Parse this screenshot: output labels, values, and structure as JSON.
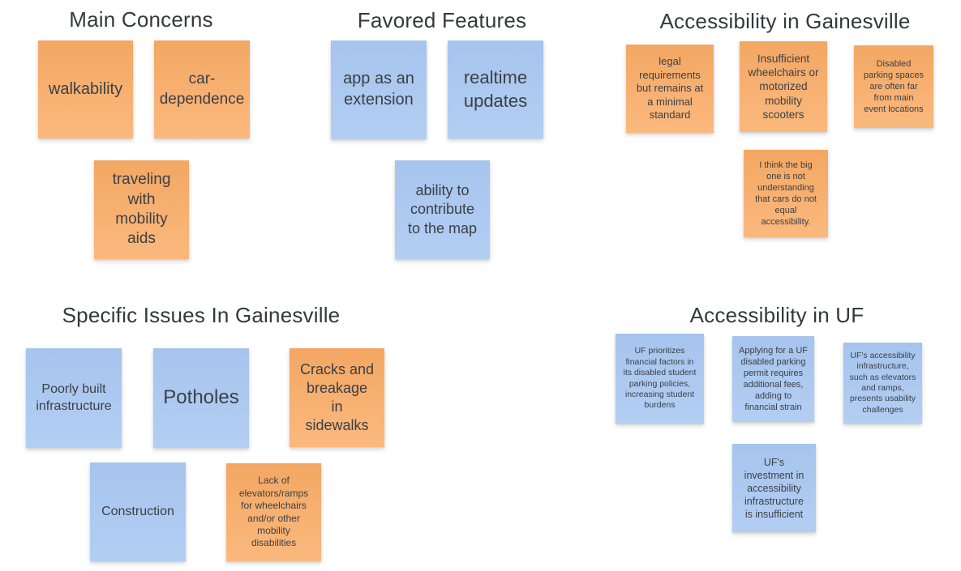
{
  "colors": {
    "orange_note_top": "#f3a763",
    "orange_note_bottom": "#fbb97e",
    "blue_note_top": "#a6c4ed",
    "blue_note_bottom": "#b3cef3",
    "note_text": "#3b4046",
    "title_text": "#35383d",
    "background": "#ffffff"
  },
  "groups": {
    "main_concerns": {
      "title": "Main Concerns",
      "notes": [
        {
          "text": "walkability",
          "color": "orange"
        },
        {
          "text": "car-\ndependence",
          "color": "orange"
        },
        {
          "text": "traveling\nwith\nmobility\naids",
          "color": "orange"
        }
      ]
    },
    "favored_features": {
      "title": "Favored Features",
      "notes": [
        {
          "text": "app as an\nextension",
          "color": "blue"
        },
        {
          "text": "realtime\nupdates",
          "color": "blue"
        },
        {
          "text": "ability to\ncontribute\nto the map",
          "color": "blue"
        }
      ]
    },
    "accessibility_gainesville": {
      "title": "Accessibility in Gainesville",
      "notes": [
        {
          "text": "legal\nrequirements\nbut remains at\na minimal\nstandard",
          "color": "orange"
        },
        {
          "text": "Insufficient\nwheelchairs or\nmotorized\nmobility\nscooters",
          "color": "orange"
        },
        {
          "text": "Disabled\nparking spaces\nare often far\nfrom main\nevent locations",
          "color": "orange"
        },
        {
          "text": "I think the big\none is not\nunderstanding\nthat cars do not\nequal\naccessibility.",
          "color": "orange"
        }
      ]
    },
    "specific_issues_gainesville": {
      "title": "Specific Issues In Gainesville",
      "notes": [
        {
          "text": "Poorly built\ninfrastructure",
          "color": "blue"
        },
        {
          "text": "Potholes",
          "color": "blue"
        },
        {
          "text": "Cracks and\nbreakage\nin\nsidewalks",
          "color": "orange"
        },
        {
          "text": "Construction",
          "color": "blue"
        },
        {
          "text": "Lack of\nelevators/ramps\nfor wheelchairs\nand/or other\nmobility\ndisabilities",
          "color": "orange"
        }
      ]
    },
    "accessibility_uf": {
      "title": "Accessibility in UF",
      "notes": [
        {
          "text": "UF prioritizes\nfinancial factors in\nits disabled student\nparking policies,\nincreasing student\nburdens",
          "color": "blue"
        },
        {
          "text": "Applying for a UF\ndisabled parking\npermit requires\nadditional fees,\nadding to\nfinancial strain",
          "color": "blue"
        },
        {
          "text": "UF's accessibility\ninfrastructure,\nsuch as elevators\nand ramps,\npresents usability\nchallenges",
          "color": "blue"
        },
        {
          "text": "UF's\ninvestment in\naccessibility\ninfrastructure\nis insufficient",
          "color": "blue"
        }
      ]
    }
  }
}
